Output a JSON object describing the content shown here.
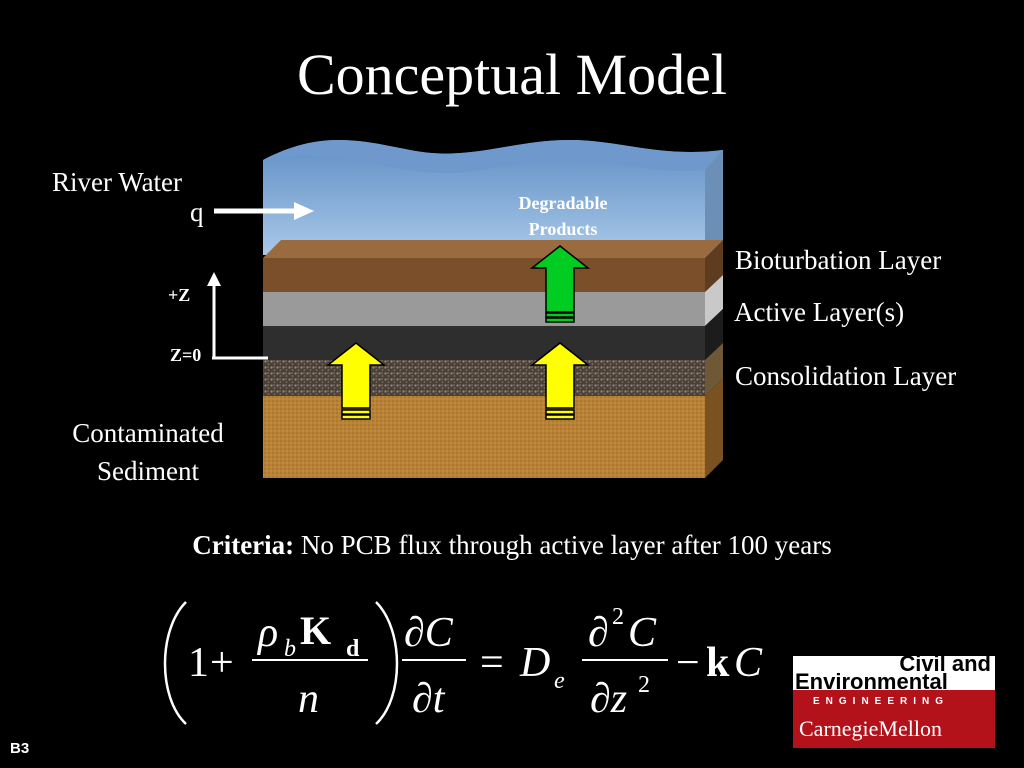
{
  "title": "Conceptual Model",
  "labels": {
    "river_water": "River Water",
    "q": "q",
    "degradable_line1": "Degradable",
    "degradable_line2": "Products",
    "bioturbation": "Bioturbation Layer",
    "active": "Active Layer(s)",
    "consolidation": "Consolidation Layer",
    "contaminated_line1": "Contaminated",
    "contaminated_line2": "Sediment",
    "plus_z": "+Z",
    "z_zero": "Z=0"
  },
  "criteria": {
    "label": "Criteria:",
    "text": " No PCB flux through active layer after 100 years"
  },
  "equation": {
    "one": "1",
    "plus": "+",
    "rho": "ρ",
    "rho_sub": "b",
    "K": "K",
    "K_sub": "d",
    "n": "n",
    "dC": "∂C",
    "dt": "∂t",
    "equals": "=",
    "D": "D",
    "D_sub": "e",
    "d2": "∂",
    "sup2": "2",
    "C": "C",
    "dz": "∂z",
    "minus": "−",
    "k": "k",
    "C2": "C"
  },
  "logo": {
    "civil": "Civil and",
    "environmental": "Environmental",
    "engineering": "ENGINEERING",
    "cmu": "CarnegieMellon"
  },
  "slide_number": "B3",
  "colors": {
    "water": "#8cb4dc",
    "bioturbation": "#7a4f2a",
    "active": "#9a9a9a",
    "consolidation": "#2e2e2e",
    "sediment": "#b88338",
    "arrow_green": "#00cc22",
    "arrow_yellow": "#ffff00",
    "logo_red": "#b3121b"
  }
}
